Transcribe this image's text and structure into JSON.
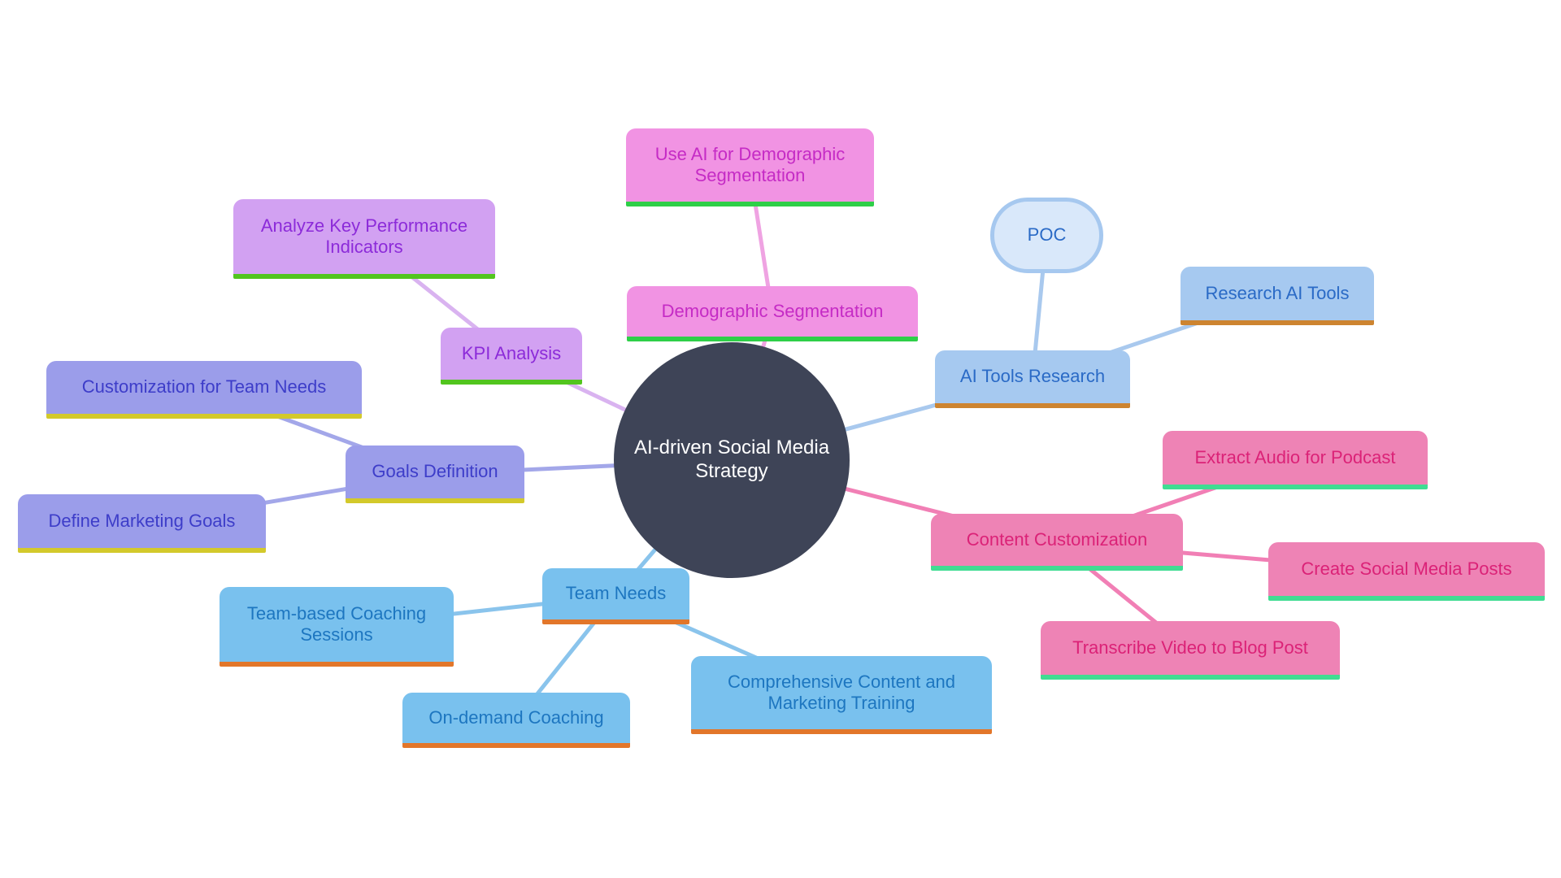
{
  "diagram": {
    "type": "mindmap",
    "title": "AI-driven Social Media Strategy mind map"
  },
  "nodes": {
    "central": {
      "label": "AI-driven Social Media Strategy"
    },
    "kpi_analysis": {
      "label": "KPI Analysis"
    },
    "analyze_kpi": {
      "label": "Analyze Key Performance Indicators"
    },
    "demographic_segmentation": {
      "label": "Demographic Segmentation"
    },
    "use_ai_demographic": {
      "label": "Use AI for Demographic Segmentation"
    },
    "ai_tools_research": {
      "label": "AI Tools Research"
    },
    "poc": {
      "label": "POC"
    },
    "research_ai_tools": {
      "label": "Research AI Tools"
    },
    "content_customization": {
      "label": "Content Customization"
    },
    "extract_audio": {
      "label": "Extract Audio for Podcast"
    },
    "create_posts": {
      "label": "Create Social Media Posts"
    },
    "transcribe_video": {
      "label": "Transcribe Video to Blog Post"
    },
    "goals_definition": {
      "label": "Goals Definition"
    },
    "customization_team_needs": {
      "label": "Customization for Team Needs"
    },
    "define_marketing_goals": {
      "label": "Define Marketing Goals"
    },
    "team_needs": {
      "label": "Team Needs"
    },
    "team_based_coaching": {
      "label": "Team-based Coaching Sessions"
    },
    "on_demand_coaching": {
      "label": "On-demand Coaching"
    },
    "comprehensive_training": {
      "label": "Comprehensive Content and Marketing Training"
    }
  },
  "branches": {
    "central": {
      "fill": "#3e4457",
      "text": "#ffffff"
    },
    "purple": {
      "fill": "#d2a1f2",
      "text": "#8c2bd9",
      "underline": "#52c51e",
      "line": "#d9b3f0"
    },
    "pink": {
      "fill": "#f193e3",
      "text": "#c52bc5",
      "underline": "#2ecf48",
      "line": "#efa3e2"
    },
    "blue": {
      "fill": "#a6c9f0",
      "text": "#2a6ac6",
      "underline": "#cd8430",
      "line": "#a9c9ee"
    },
    "poc_style": {
      "fill": "#d9e8fa",
      "text": "#2a6ac6",
      "outline": "#a6c8ef"
    },
    "sky": {
      "fill": "#79c1ee",
      "text": "#1d76c0",
      "underline": "#e2762a",
      "line": "#8ac4ec"
    },
    "periwinkle": {
      "fill": "#9b9dea",
      "text": "#3d3dc9",
      "underline": "#d3c92b",
      "line": "#a3a7e9"
    },
    "rose": {
      "fill": "#ee83b5",
      "text": "#db2277",
      "underline": "#40dc92",
      "line": "#f17fb5"
    }
  },
  "edges": [
    [
      "central",
      "kpi_analysis"
    ],
    [
      "kpi_analysis",
      "analyze_kpi"
    ],
    [
      "central",
      "demographic_segmentation"
    ],
    [
      "demographic_segmentation",
      "use_ai_demographic"
    ],
    [
      "central",
      "ai_tools_research"
    ],
    [
      "ai_tools_research",
      "poc"
    ],
    [
      "ai_tools_research",
      "research_ai_tools"
    ],
    [
      "central",
      "content_customization"
    ],
    [
      "content_customization",
      "extract_audio"
    ],
    [
      "content_customization",
      "create_posts"
    ],
    [
      "content_customization",
      "transcribe_video"
    ],
    [
      "central",
      "goals_definition"
    ],
    [
      "goals_definition",
      "customization_team_needs"
    ],
    [
      "goals_definition",
      "define_marketing_goals"
    ],
    [
      "central",
      "team_needs"
    ],
    [
      "team_needs",
      "team_based_coaching"
    ],
    [
      "team_needs",
      "on_demand_coaching"
    ],
    [
      "team_needs",
      "comprehensive_training"
    ]
  ]
}
